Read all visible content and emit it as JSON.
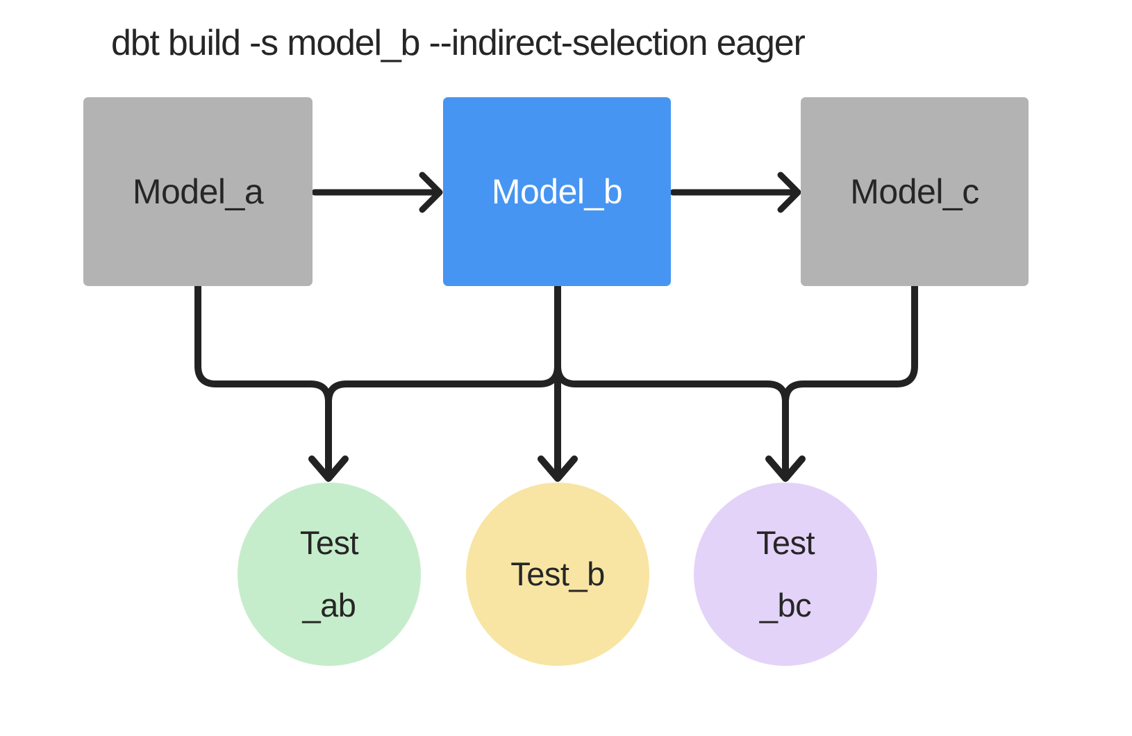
{
  "title": "dbt build -s model_b --indirect-selection eager",
  "colors": {
    "background": "#ffffff",
    "line": "#222222",
    "text_dark": "#262626",
    "model_default_bg": "#b3b3b3",
    "model_selected_bg": "#4795f2",
    "model_selected_text": "#ffffff",
    "test_ab_bg": "#c6edcb",
    "test_b_bg": "#f8e5a4",
    "test_bc_bg": "#e4d3f8"
  },
  "nodes": {
    "model_a": {
      "label": "Model_a",
      "type": "model",
      "selected": false
    },
    "model_b": {
      "label": "Model_b",
      "type": "model",
      "selected": true
    },
    "model_c": {
      "label": "Model_c",
      "type": "model",
      "selected": false
    },
    "test_ab": {
      "lines": [
        "Test",
        "_ab"
      ],
      "type": "test"
    },
    "test_b": {
      "lines": [
        "Test_b"
      ],
      "type": "test"
    },
    "test_bc": {
      "lines": [
        "Test",
        "_bc"
      ],
      "type": "test"
    }
  },
  "edges": [
    {
      "from": "model_a",
      "to": "model_b"
    },
    {
      "from": "model_b",
      "to": "model_c"
    },
    {
      "from": "model_a",
      "to": "test_ab"
    },
    {
      "from": "model_b",
      "to": "test_ab"
    },
    {
      "from": "model_b",
      "to": "test_b"
    },
    {
      "from": "model_b",
      "to": "test_bc"
    },
    {
      "from": "model_c",
      "to": "test_bc"
    }
  ]
}
